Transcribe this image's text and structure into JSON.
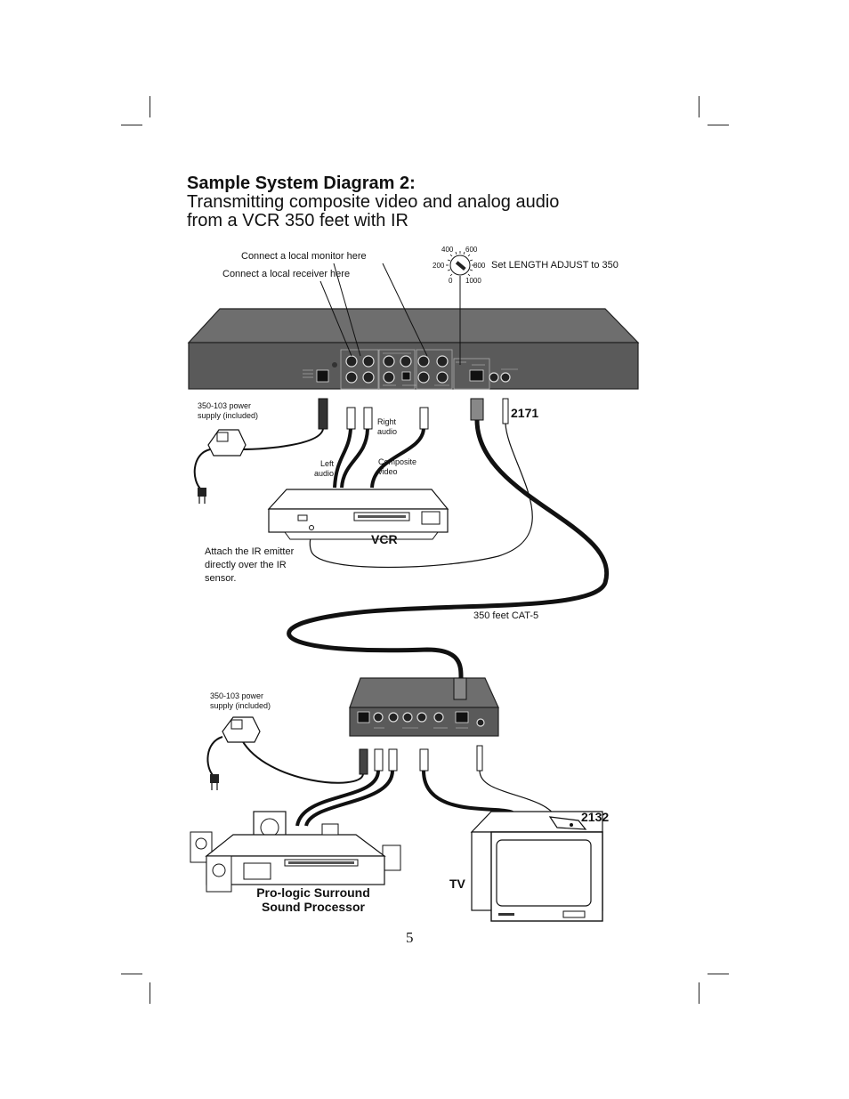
{
  "title": {
    "heading": "Sample System Diagram 2:",
    "line1": "Transmitting composite video and analog audio",
    "line2": "from a VCR 350 feet with IR"
  },
  "annotations": {
    "monitor": "Connect a local monitor here",
    "receiver": "Connect a local receiver here",
    "length": "Set LENGTH ADJUST to 350",
    "power_top": "350-103 power supply (included)",
    "right_audio": "Right audio",
    "left_audio": "Left audio",
    "composite": "Composite video",
    "ir_emitter": "Attach the IR emitter directly over the IR sensor.",
    "cable": "350 feet CAT-5",
    "power_bottom": "350-103 power supply (included)"
  },
  "dial_ticks": [
    "400",
    "600",
    "200",
    "800",
    "0",
    "1000"
  ],
  "devices": {
    "ir_top": "2171",
    "vcr": "VCR",
    "ir_bottom": "2132",
    "tv": "TV",
    "processor": "Pro-logic Surround Sound Processor"
  },
  "page_number": "5"
}
